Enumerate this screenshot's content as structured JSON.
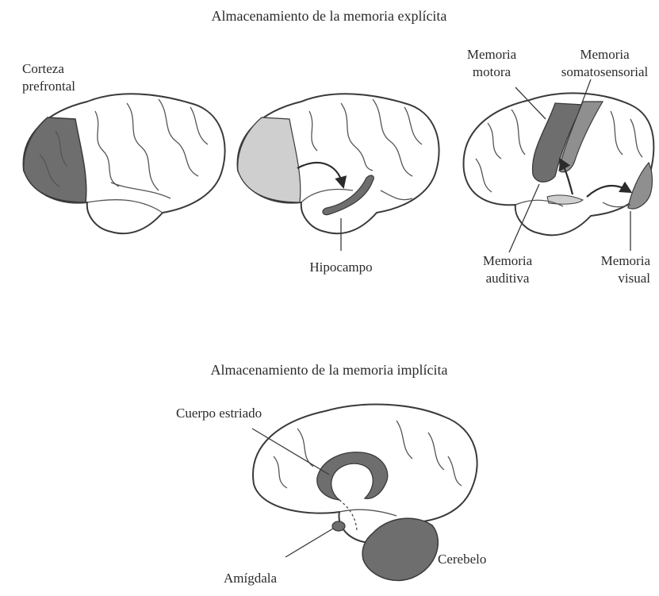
{
  "explicit": {
    "heading": "Almacenamiento de la memoria explícita",
    "labels": {
      "prefrontal_1": "Corteza",
      "prefrontal_2": "prefrontal",
      "motor_1": "Memoria",
      "motor_2": "motora",
      "somato_1": "Memoria",
      "somato_2": "somatosensorial",
      "hippocampus": "Hipocampo",
      "auditory_1": "Memoria",
      "auditory_2": "auditiva",
      "visual_1": "Memoria",
      "visual_2": "visual"
    }
  },
  "implicit": {
    "heading": "Almacenamiento de la memoria implícita",
    "labels": {
      "striatum": "Cuerpo estriado",
      "amygdala": "Amígdala",
      "cerebellum": "Cerebelo"
    }
  },
  "colors": {
    "outline": "#3a3a3a",
    "dark_region": "#6e6e6e",
    "light_region": "#cfcfcf",
    "mid_region": "#8f8f8f"
  }
}
